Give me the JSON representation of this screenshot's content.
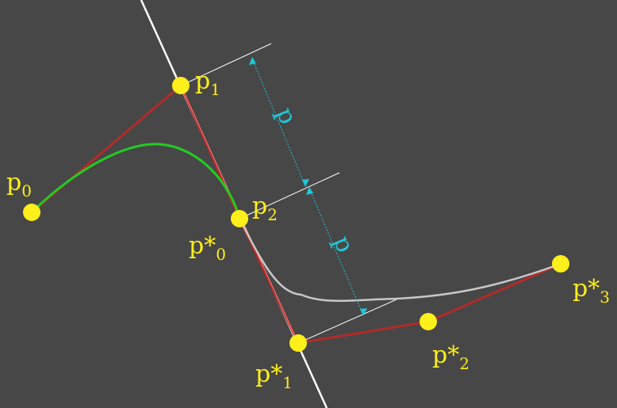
{
  "colors": {
    "background": "#474747",
    "guide_line": "#ffffff",
    "control_polygon": "#b52a2a",
    "curve_first": "#22cc22",
    "curve_second": "#c8c8c8",
    "points": "#ffef1a",
    "labels": "#ffef1a",
    "dimension": "#20c8d8"
  },
  "labels": {
    "p0": {
      "base": "p",
      "sub": "0"
    },
    "p1": {
      "base": "p",
      "sub": "1"
    },
    "p2": {
      "base": "p",
      "sub": "2"
    },
    "ps0": {
      "base": "p*",
      "sub": "0"
    },
    "ps1": {
      "base": "p*",
      "sub": "1"
    },
    "ps2": {
      "base": "p*",
      "sub": "2"
    },
    "ps3": {
      "base": "p*",
      "sub": "3"
    }
  },
  "dimension_labels": {
    "upper": "p",
    "lower": "p"
  }
}
